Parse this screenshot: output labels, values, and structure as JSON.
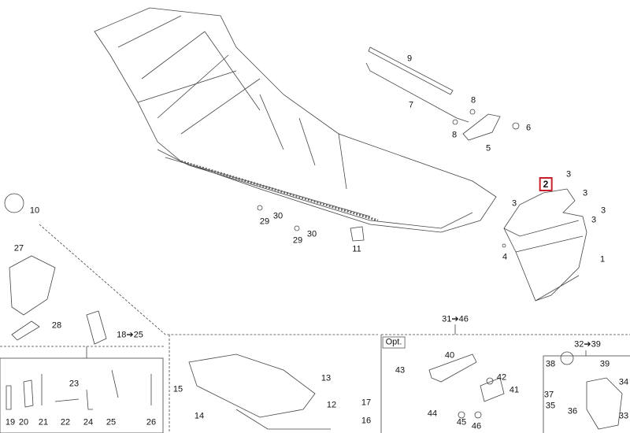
{
  "diagram": {
    "highlighted_part": "2",
    "accent_color": "#c8202a",
    "callouts": {
      "p1": "1",
      "p2": "2",
      "p3a": "3",
      "p3b": "3",
      "p3c": "3",
      "p3d": "3",
      "p3e": "3",
      "p4": "4",
      "p5": "5",
      "p6": "6",
      "p7": "7",
      "p8a": "8",
      "p8b": "8",
      "p9": "9",
      "p10": "10",
      "p11": "11",
      "p12": "12",
      "p13": "13",
      "p14": "14",
      "p15": "15",
      "p16": "16",
      "p17": "17",
      "p19": "19",
      "p20": "20",
      "p21": "21",
      "p22": "22",
      "p23": "23",
      "p24": "24",
      "p25": "25",
      "p26": "26",
      "p27": "27",
      "p28": "28",
      "p29a": "29",
      "p29b": "29",
      "p30a": "30",
      "p30b": "30",
      "p33": "33",
      "p34": "34",
      "p35": "35",
      "p36": "36",
      "p37": "37",
      "p38": "38",
      "p39": "39",
      "p40": "40",
      "p41": "41",
      "p42": "42",
      "p43": "43",
      "p44": "44",
      "p45": "45",
      "p46": "46"
    },
    "groups": {
      "tools_range": "18➔25",
      "optional_range": "31➔46",
      "optional_label": "Opt.",
      "sub_range": "32➔39"
    }
  }
}
